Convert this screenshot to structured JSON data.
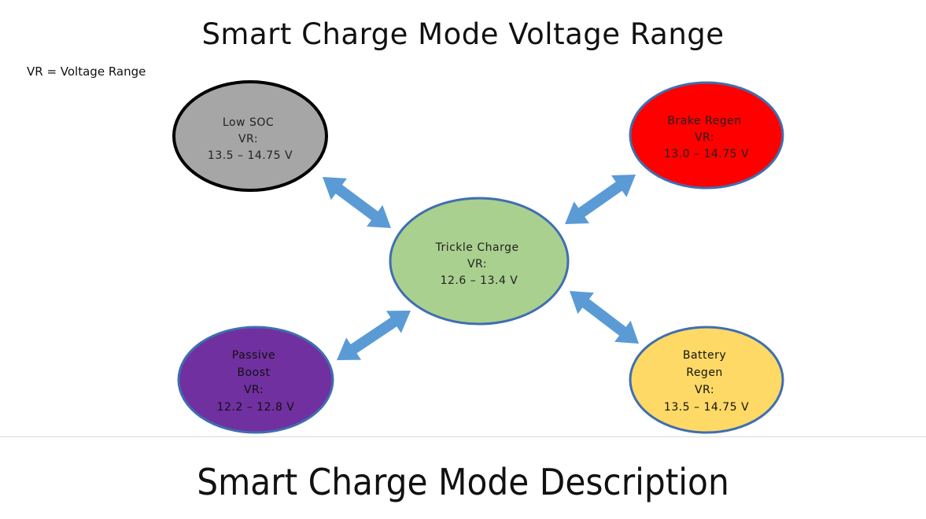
{
  "title": "Smart Charge Mode Voltage Range",
  "legend_note": "VR = Voltage Range",
  "caption": "Smart Charge Mode Description",
  "nodes": {
    "low_soc": {
      "lines": [
        "Low SOC",
        "VR:",
        "13.5 – 14.75 V"
      ],
      "fill": "#a6a6a6",
      "stroke": "#000000",
      "text_color": "#222222"
    },
    "brake": {
      "lines": [
        "Brake Regen",
        "VR:",
        "13.0 – 14.75 V"
      ],
      "fill": "#ff0000",
      "stroke": "#3f6eb0",
      "text_color": "#222222"
    },
    "trickle": {
      "lines": [
        "Trickle Charge",
        "VR:",
        "12.6 – 13.4 V"
      ],
      "fill": "#a9d08e",
      "stroke": "#3f6eb0",
      "text_color": "#222222"
    },
    "passive": {
      "lines": [
        "Passive",
        "Boost",
        "VR:",
        "12.2 – 12.8 V"
      ],
      "fill": "#7030a0",
      "stroke": "#3f6eb0",
      "text_color": "#111111"
    },
    "battery": {
      "lines": [
        "Battery",
        "Regen",
        "VR:",
        "13.5 – 14.75 V"
      ],
      "fill": "#ffd966",
      "stroke": "#3f6eb0",
      "text_color": "#111111"
    }
  },
  "arrow_color": "#5b9bd5"
}
